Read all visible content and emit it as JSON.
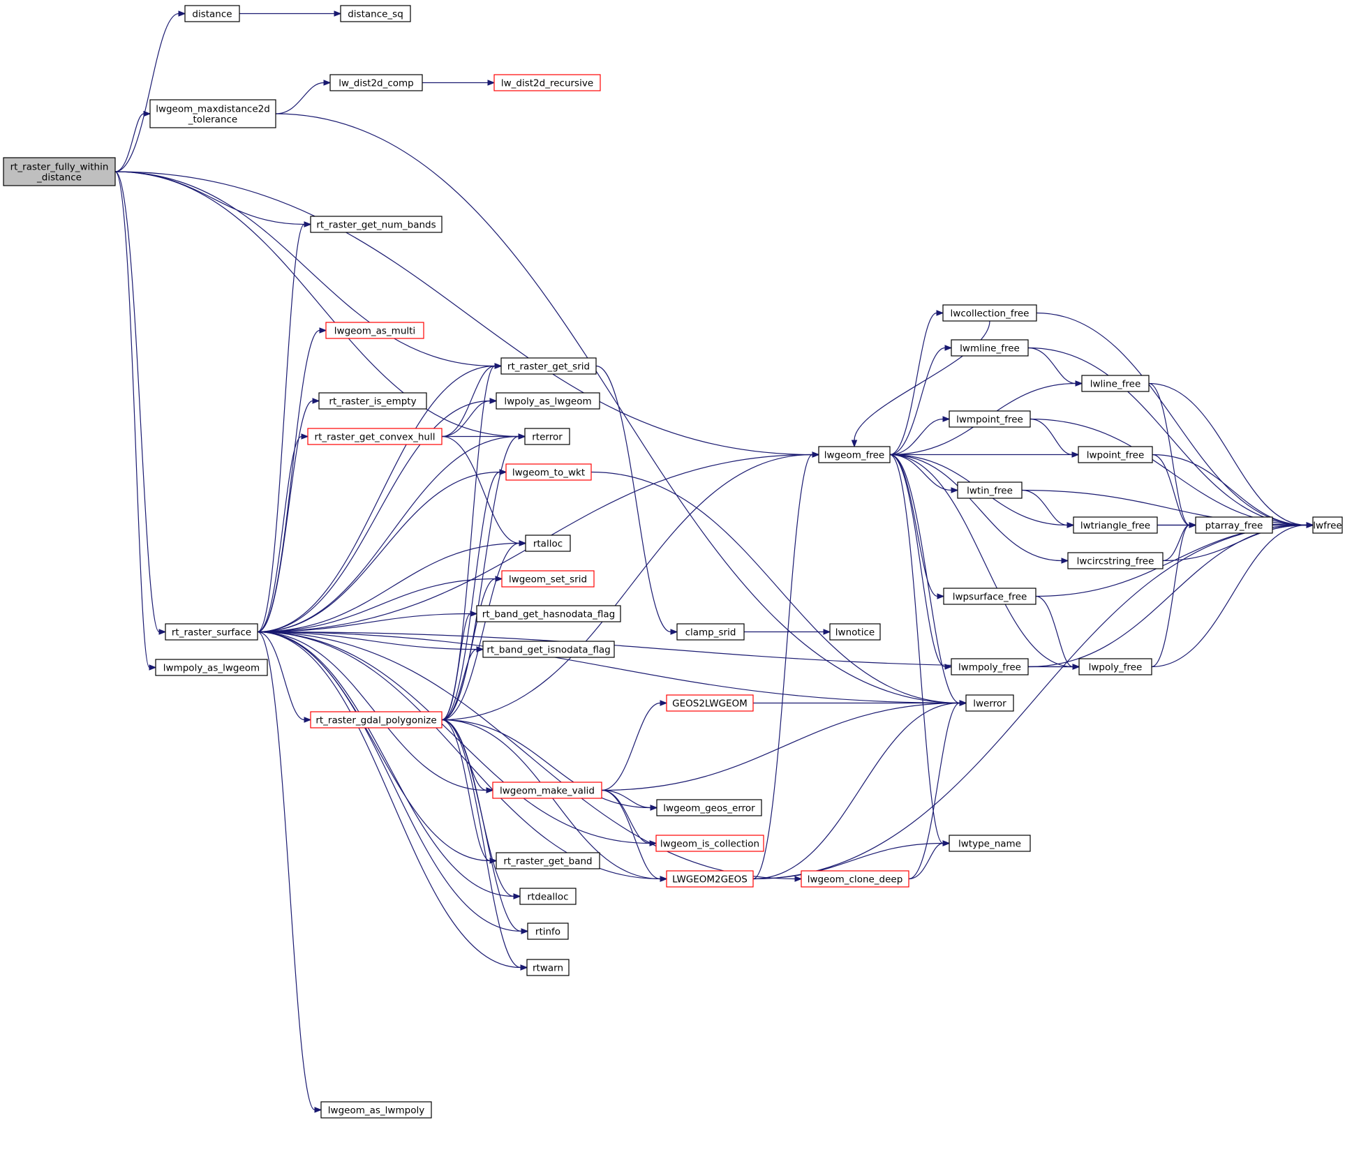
{
  "graph": {
    "root": "rt_raster_fully_within_distance",
    "colors": {
      "edge": "#191970",
      "node_border": "#000000",
      "node_border_incomplete": "#ff0000",
      "root_fill": "#bfbfbf",
      "node_fill": "#ffffff"
    },
    "nodes": [
      {
        "id": "root",
        "lines": [
          "rt_raster_fully_within",
          "_distance"
        ],
        "root": true
      },
      {
        "id": "distance",
        "lines": [
          "distance"
        ]
      },
      {
        "id": "distance_sq",
        "lines": [
          "distance_sq"
        ]
      },
      {
        "id": "maxdist",
        "lines": [
          "lwgeom_maxdistance2d",
          "_tolerance"
        ]
      },
      {
        "id": "lw_dist2d_comp",
        "lines": [
          "lw_dist2d_comp"
        ]
      },
      {
        "id": "lw_dist2d_recursive",
        "lines": [
          "lw_dist2d_recursive"
        ],
        "incomplete": true
      },
      {
        "id": "rt_raster_surface",
        "lines": [
          "rt_raster_surface"
        ]
      },
      {
        "id": "lwmpoly_as_lwgeom",
        "lines": [
          "lwmpoly_as_lwgeom"
        ]
      },
      {
        "id": "rt_raster_get_num_bands",
        "lines": [
          "rt_raster_get_num_bands"
        ]
      },
      {
        "id": "lwgeom_as_multi",
        "lines": [
          "lwgeom_as_multi"
        ],
        "incomplete": true
      },
      {
        "id": "rt_raster_get_srid",
        "lines": [
          "rt_raster_get_srid"
        ]
      },
      {
        "id": "rt_raster_is_empty",
        "lines": [
          "rt_raster_is_empty"
        ]
      },
      {
        "id": "lwpoly_as_lwgeom",
        "lines": [
          "lwpoly_as_lwgeom"
        ]
      },
      {
        "id": "rt_raster_get_convex_hull",
        "lines": [
          "rt_raster_get_convex_hull"
        ],
        "incomplete": true
      },
      {
        "id": "rterror",
        "lines": [
          "rterror"
        ]
      },
      {
        "id": "lwgeom_to_wkt",
        "lines": [
          "lwgeom_to_wkt"
        ],
        "incomplete": true
      },
      {
        "id": "rtalloc",
        "lines": [
          "rtalloc"
        ]
      },
      {
        "id": "lwgeom_set_srid",
        "lines": [
          "lwgeom_set_srid"
        ],
        "incomplete": true
      },
      {
        "id": "rt_band_get_hasnodata_flag",
        "lines": [
          "rt_band_get_hasnodata_flag"
        ]
      },
      {
        "id": "rt_band_get_isnodata_flag",
        "lines": [
          "rt_band_get_isnodata_flag"
        ]
      },
      {
        "id": "rt_raster_gdal_polygonize",
        "lines": [
          "rt_raster_gdal_polygonize"
        ],
        "incomplete": true
      },
      {
        "id": "lwgeom_make_valid",
        "lines": [
          "lwgeom_make_valid"
        ],
        "incomplete": true
      },
      {
        "id": "lwgeom_geos_error",
        "lines": [
          "lwgeom_geos_error"
        ]
      },
      {
        "id": "lwgeom_is_collection",
        "lines": [
          "lwgeom_is_collection"
        ],
        "incomplete": true
      },
      {
        "id": "rt_raster_get_band",
        "lines": [
          "rt_raster_get_band"
        ]
      },
      {
        "id": "rtdealloc",
        "lines": [
          "rtdealloc"
        ]
      },
      {
        "id": "rtinfo",
        "lines": [
          "rtinfo"
        ]
      },
      {
        "id": "rtwarn",
        "lines": [
          "rtwarn"
        ]
      },
      {
        "id": "lwgeom_as_lwmpoly",
        "lines": [
          "lwgeom_as_lwmpoly"
        ]
      },
      {
        "id": "clamp_srid",
        "lines": [
          "clamp_srid"
        ]
      },
      {
        "id": "lwnotice",
        "lines": [
          "lwnotice"
        ]
      },
      {
        "id": "GEOS2LWGEOM",
        "lines": [
          "GEOS2LWGEOM"
        ],
        "incomplete": true
      },
      {
        "id": "LWGEOM2GEOS",
        "lines": [
          "LWGEOM2GEOS"
        ],
        "incomplete": true
      },
      {
        "id": "lwgeom_clone_deep",
        "lines": [
          "lwgeom_clone_deep"
        ],
        "incomplete": true
      },
      {
        "id": "lwgeom_free",
        "lines": [
          "lwgeom_free"
        ]
      },
      {
        "id": "lwerror",
        "lines": [
          "lwerror"
        ]
      },
      {
        "id": "lwtype_name",
        "lines": [
          "lwtype_name"
        ]
      },
      {
        "id": "lwcollection_free",
        "lines": [
          "lwcollection_free"
        ]
      },
      {
        "id": "lwmline_free",
        "lines": [
          "lwmline_free"
        ]
      },
      {
        "id": "lwline_free",
        "lines": [
          "lwline_free"
        ]
      },
      {
        "id": "lwmpoint_free",
        "lines": [
          "lwmpoint_free"
        ]
      },
      {
        "id": "lwpoint_free",
        "lines": [
          "lwpoint_free"
        ]
      },
      {
        "id": "lwtin_free",
        "lines": [
          "lwtin_free"
        ]
      },
      {
        "id": "lwtriangle_free",
        "lines": [
          "lwtriangle_free"
        ]
      },
      {
        "id": "lwcircstring_free",
        "lines": [
          "lwcircstring_free"
        ]
      },
      {
        "id": "lwpsurface_free",
        "lines": [
          "lwpsurface_free"
        ]
      },
      {
        "id": "lwmpoly_free",
        "lines": [
          "lwmpoly_free"
        ]
      },
      {
        "id": "lwpoly_free",
        "lines": [
          "lwpoly_free"
        ]
      },
      {
        "id": "ptarray_free",
        "lines": [
          "ptarray_free"
        ]
      },
      {
        "id": "lwfree",
        "lines": [
          "lwfree"
        ]
      }
    ],
    "edges": [
      [
        "root",
        "distance"
      ],
      [
        "root",
        "lwgeom_free"
      ],
      [
        "root",
        "maxdist"
      ],
      [
        "root",
        "rt_raster_get_srid"
      ],
      [
        "root",
        "rterror"
      ],
      [
        "root",
        "rt_raster_get_num_bands"
      ],
      [
        "root",
        "rt_raster_surface"
      ],
      [
        "root",
        "lwmpoly_as_lwgeom"
      ],
      [
        "distance",
        "distance_sq"
      ],
      [
        "maxdist",
        "lw_dist2d_comp"
      ],
      [
        "maxdist",
        "lwerror"
      ],
      [
        "lw_dist2d_comp",
        "lw_dist2d_recursive"
      ],
      [
        "rt_raster_surface",
        "rt_raster_get_num_bands"
      ],
      [
        "rt_raster_surface",
        "lwgeom_free"
      ],
      [
        "rt_raster_surface",
        "rt_raster_get_srid"
      ],
      [
        "rt_raster_surface",
        "lwgeom_as_multi"
      ],
      [
        "rt_raster_surface",
        "lwpoly_as_lwgeom"
      ],
      [
        "rt_raster_surface",
        "rt_raster_is_empty"
      ],
      [
        "rt_raster_surface",
        "rt_raster_get_convex_hull"
      ],
      [
        "rt_raster_surface",
        "rterror"
      ],
      [
        "rt_raster_surface",
        "lwgeom_to_wkt"
      ],
      [
        "rt_raster_surface",
        "rtalloc"
      ],
      [
        "rt_raster_surface",
        "lwgeom_set_srid"
      ],
      [
        "rt_raster_surface",
        "rt_band_get_hasnodata_flag"
      ],
      [
        "rt_raster_surface",
        "rt_band_get_isnodata_flag"
      ],
      [
        "rt_raster_surface",
        "rt_raster_gdal_polygonize"
      ],
      [
        "rt_raster_surface",
        "lwerror"
      ],
      [
        "rt_raster_surface",
        "lwgeom_make_valid"
      ],
      [
        "rt_raster_surface",
        "lwpoly_free"
      ],
      [
        "rt_raster_surface",
        "rt_raster_get_band"
      ],
      [
        "rt_raster_surface",
        "rtdealloc"
      ],
      [
        "rt_raster_surface",
        "rtinfo"
      ],
      [
        "rt_raster_surface",
        "rtwarn"
      ],
      [
        "rt_raster_surface",
        "lwgeom_is_collection"
      ],
      [
        "rt_raster_surface",
        "lwgeom_clone_deep"
      ],
      [
        "rt_raster_surface",
        "lwgeom_as_lwmpoly"
      ],
      [
        "rt_raster_surface",
        "LWGEOM2GEOS"
      ],
      [
        "rt_raster_get_convex_hull",
        "rt_raster_get_srid"
      ],
      [
        "rt_raster_get_convex_hull",
        "lwpoly_as_lwgeom"
      ],
      [
        "rt_raster_get_convex_hull",
        "rterror"
      ],
      [
        "rt_raster_get_convex_hull",
        "rtalloc"
      ],
      [
        "rt_raster_gdal_polygonize",
        "rt_raster_get_srid"
      ],
      [
        "rt_raster_gdal_polygonize",
        "rterror"
      ],
      [
        "rt_raster_gdal_polygonize",
        "lwgeom_to_wkt"
      ],
      [
        "rt_raster_gdal_polygonize",
        "rtalloc"
      ],
      [
        "rt_raster_gdal_polygonize",
        "lwgeom_set_srid"
      ],
      [
        "rt_raster_gdal_polygonize",
        "rt_band_get_hasnodata_flag"
      ],
      [
        "rt_raster_gdal_polygonize",
        "rt_band_get_isnodata_flag"
      ],
      [
        "rt_raster_gdal_polygonize",
        "lwgeom_free"
      ],
      [
        "rt_raster_gdal_polygonize",
        "lwgeom_make_valid"
      ],
      [
        "rt_raster_gdal_polygonize",
        "lwgeom_geos_error"
      ],
      [
        "rt_raster_gdal_polygonize",
        "LWGEOM2GEOS"
      ],
      [
        "rt_raster_gdal_polygonize",
        "rt_raster_get_band"
      ],
      [
        "rt_raster_gdal_polygonize",
        "rtdealloc"
      ],
      [
        "rt_raster_gdal_polygonize",
        "rtinfo"
      ],
      [
        "rt_raster_gdal_polygonize",
        "rtwarn"
      ],
      [
        "lwgeom_to_wkt",
        "lwerror"
      ],
      [
        "rt_raster_get_srid",
        "clamp_srid"
      ],
      [
        "clamp_srid",
        "lwnotice"
      ],
      [
        "lwgeom_make_valid",
        "GEOS2LWGEOM"
      ],
      [
        "lwgeom_make_valid",
        "lwerror"
      ],
      [
        "lwgeom_make_valid",
        "lwgeom_geos_error"
      ],
      [
        "lwgeom_make_valid",
        "lwgeom_is_collection"
      ],
      [
        "lwgeom_make_valid",
        "LWGEOM2GEOS"
      ],
      [
        "GEOS2LWGEOM",
        "lwerror"
      ],
      [
        "LWGEOM2GEOS",
        "lwgeom_free"
      ],
      [
        "LWGEOM2GEOS",
        "lwerror"
      ],
      [
        "LWGEOM2GEOS",
        "lwtype_name"
      ],
      [
        "LWGEOM2GEOS",
        "lwfree"
      ],
      [
        "lwgeom_clone_deep",
        "lwtype_name"
      ],
      [
        "lwgeom_clone_deep",
        "lwerror"
      ],
      [
        "lwgeom_free",
        "lwcollection_free"
      ],
      [
        "lwgeom_free",
        "lwmline_free"
      ],
      [
        "lwgeom_free",
        "lwline_free"
      ],
      [
        "lwgeom_free",
        "lwmpoint_free"
      ],
      [
        "lwgeom_free",
        "lwpoint_free"
      ],
      [
        "lwgeom_free",
        "lwtin_free"
      ],
      [
        "lwgeom_free",
        "lwtriangle_free"
      ],
      [
        "lwgeom_free",
        "lwcircstring_free"
      ],
      [
        "lwgeom_free",
        "lwpsurface_free"
      ],
      [
        "lwgeom_free",
        "lwpoly_free"
      ],
      [
        "lwgeom_free",
        "lwmpoly_free"
      ],
      [
        "lwgeom_free",
        "lwerror"
      ],
      [
        "lwgeom_free",
        "lwtype_name"
      ],
      [
        "lwcollection_free",
        "lwgeom_free"
      ],
      [
        "lwcollection_free",
        "lwfree"
      ],
      [
        "lwmline_free",
        "lwline_free"
      ],
      [
        "lwmline_free",
        "lwfree"
      ],
      [
        "lwline_free",
        "ptarray_free"
      ],
      [
        "lwline_free",
        "lwfree"
      ],
      [
        "lwmpoint_free",
        "lwpoint_free"
      ],
      [
        "lwmpoint_free",
        "lwfree"
      ],
      [
        "lwpoint_free",
        "ptarray_free"
      ],
      [
        "lwpoint_free",
        "lwfree"
      ],
      [
        "lwtin_free",
        "lwtriangle_free"
      ],
      [
        "lwtin_free",
        "lwfree"
      ],
      [
        "lwtriangle_free",
        "ptarray_free"
      ],
      [
        "lwtriangle_free",
        "lwfree"
      ],
      [
        "lwcircstring_free",
        "ptarray_free"
      ],
      [
        "lwcircstring_free",
        "lwfree"
      ],
      [
        "lwpsurface_free",
        "lwpoly_free"
      ],
      [
        "lwpsurface_free",
        "lwfree"
      ],
      [
        "lwmpoly_free",
        "lwpoly_free"
      ],
      [
        "lwmpoly_free",
        "lwfree"
      ],
      [
        "lwpoly_free",
        "ptarray_free"
      ],
      [
        "lwpoly_free",
        "lwfree"
      ],
      [
        "ptarray_free",
        "lwfree"
      ]
    ]
  }
}
